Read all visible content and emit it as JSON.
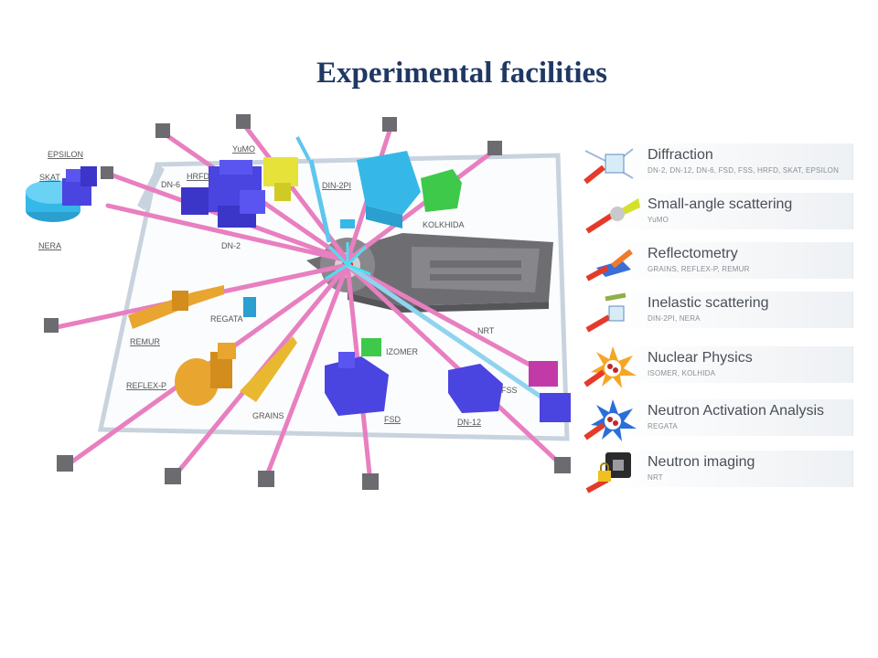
{
  "title": "Experimental facilities",
  "instruments": {
    "epsilon": "EPSILON",
    "skat": "SKAT",
    "nera": "NERA",
    "dn6": "DN-6",
    "hrfd": "HRFD",
    "yumo": "YuMO",
    "dn2": "DN-2",
    "din2pi": "DIN-2PI",
    "kolkhida": "KOLKHIDA",
    "regata": "REGATA",
    "remur": "REMUR",
    "reflexp": "REFLEX-P",
    "grains": "GRAINS",
    "izomer": "IZOMER",
    "fsd": "FSD",
    "dn12": "DN-12",
    "fss": "FSS",
    "nrt": "NRT"
  },
  "legend": [
    {
      "title": "Diffraction",
      "sub": "DN-2, DN-12, DN-6, FSD, FSS, HRFD, SKAT, EPSILON",
      "icon": "diffraction-icon"
    },
    {
      "title": "Small-angle scattering",
      "sub": "YuMO",
      "icon": "small-angle-icon"
    },
    {
      "title": "Reflectometry",
      "sub": "GRAINS, REFLEX-P, REMUR",
      "icon": "reflectometry-icon"
    },
    {
      "title": "Inelastic scattering",
      "sub": "DIN-2PI, NERA",
      "icon": "inelastic-icon"
    },
    {
      "title": "Nuclear Physics",
      "sub": "ISOMER, KOLHIDA",
      "icon": "nuclear-icon"
    },
    {
      "title": "Neutron Activation Analysis",
      "sub": "REGATA",
      "icon": "activation-icon"
    },
    {
      "title": "Neutron imaging",
      "sub": "NRT",
      "icon": "imaging-icon"
    }
  ],
  "colors": {
    "title": "#1f3864",
    "beam": "#e87fc0",
    "diffraction_blue": "#4a44e0",
    "light_blue": "#35b8e8",
    "yellow": "#e6e23a",
    "orange": "#e8a530",
    "green": "#3ec94a",
    "magenta": "#c23aa8",
    "reactor": "#6e6e72",
    "floor": "#c9d3de"
  }
}
